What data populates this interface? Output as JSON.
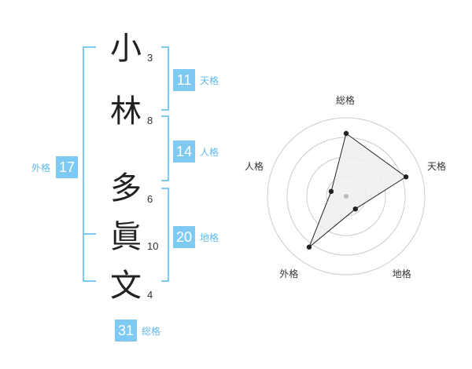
{
  "name": {
    "chars": [
      {
        "char": "小",
        "strokes": "3"
      },
      {
        "char": "林",
        "strokes": "8"
      },
      {
        "char": "多",
        "strokes": "6"
      },
      {
        "char": "眞",
        "strokes": "10"
      },
      {
        "char": "文",
        "strokes": "4"
      }
    ]
  },
  "fortune": {
    "tenkaku": {
      "label": "天格",
      "value": "11"
    },
    "jinkaku": {
      "label": "人格",
      "value": "14"
    },
    "chikaku": {
      "label": "地格",
      "value": "20"
    },
    "gaikaku": {
      "label": "外格",
      "value": "17"
    },
    "soukaku": {
      "label": "総格",
      "value": "31"
    }
  },
  "chart_data": {
    "type": "radar",
    "axes": [
      "総格",
      "天格",
      "地格",
      "外格",
      "人格"
    ],
    "values": [
      4,
      4,
      1,
      4,
      1
    ],
    "rlim": [
      0,
      5
    ],
    "rings": 4,
    "colors": {
      "fill": "#efefef",
      "line": "#222222",
      "grid": "#cccccc",
      "center": "#bbbbbb"
    }
  }
}
